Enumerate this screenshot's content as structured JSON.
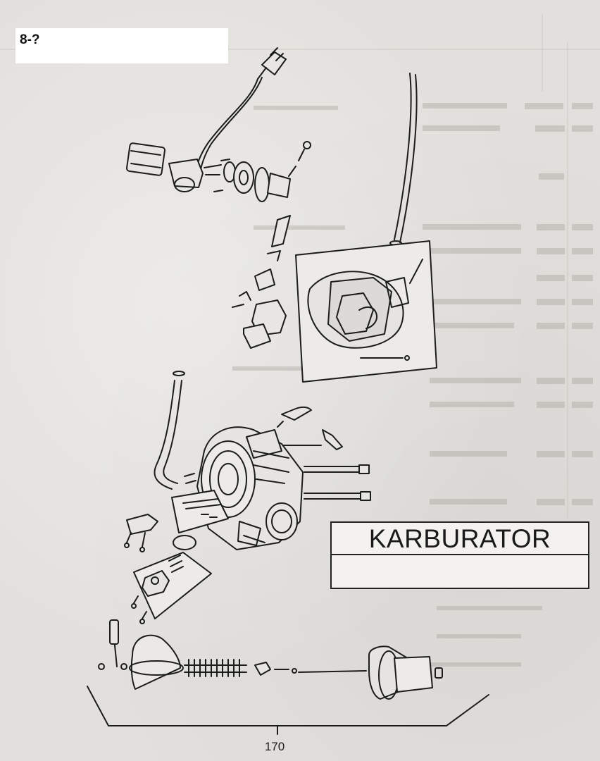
{
  "page_label": "8-?",
  "section_title": "KARBURATOR",
  "page_number": "170",
  "colors": {
    "paper": "#e2e0dc",
    "ink": "#1a1a1a",
    "label_bg": "#ffffff"
  }
}
